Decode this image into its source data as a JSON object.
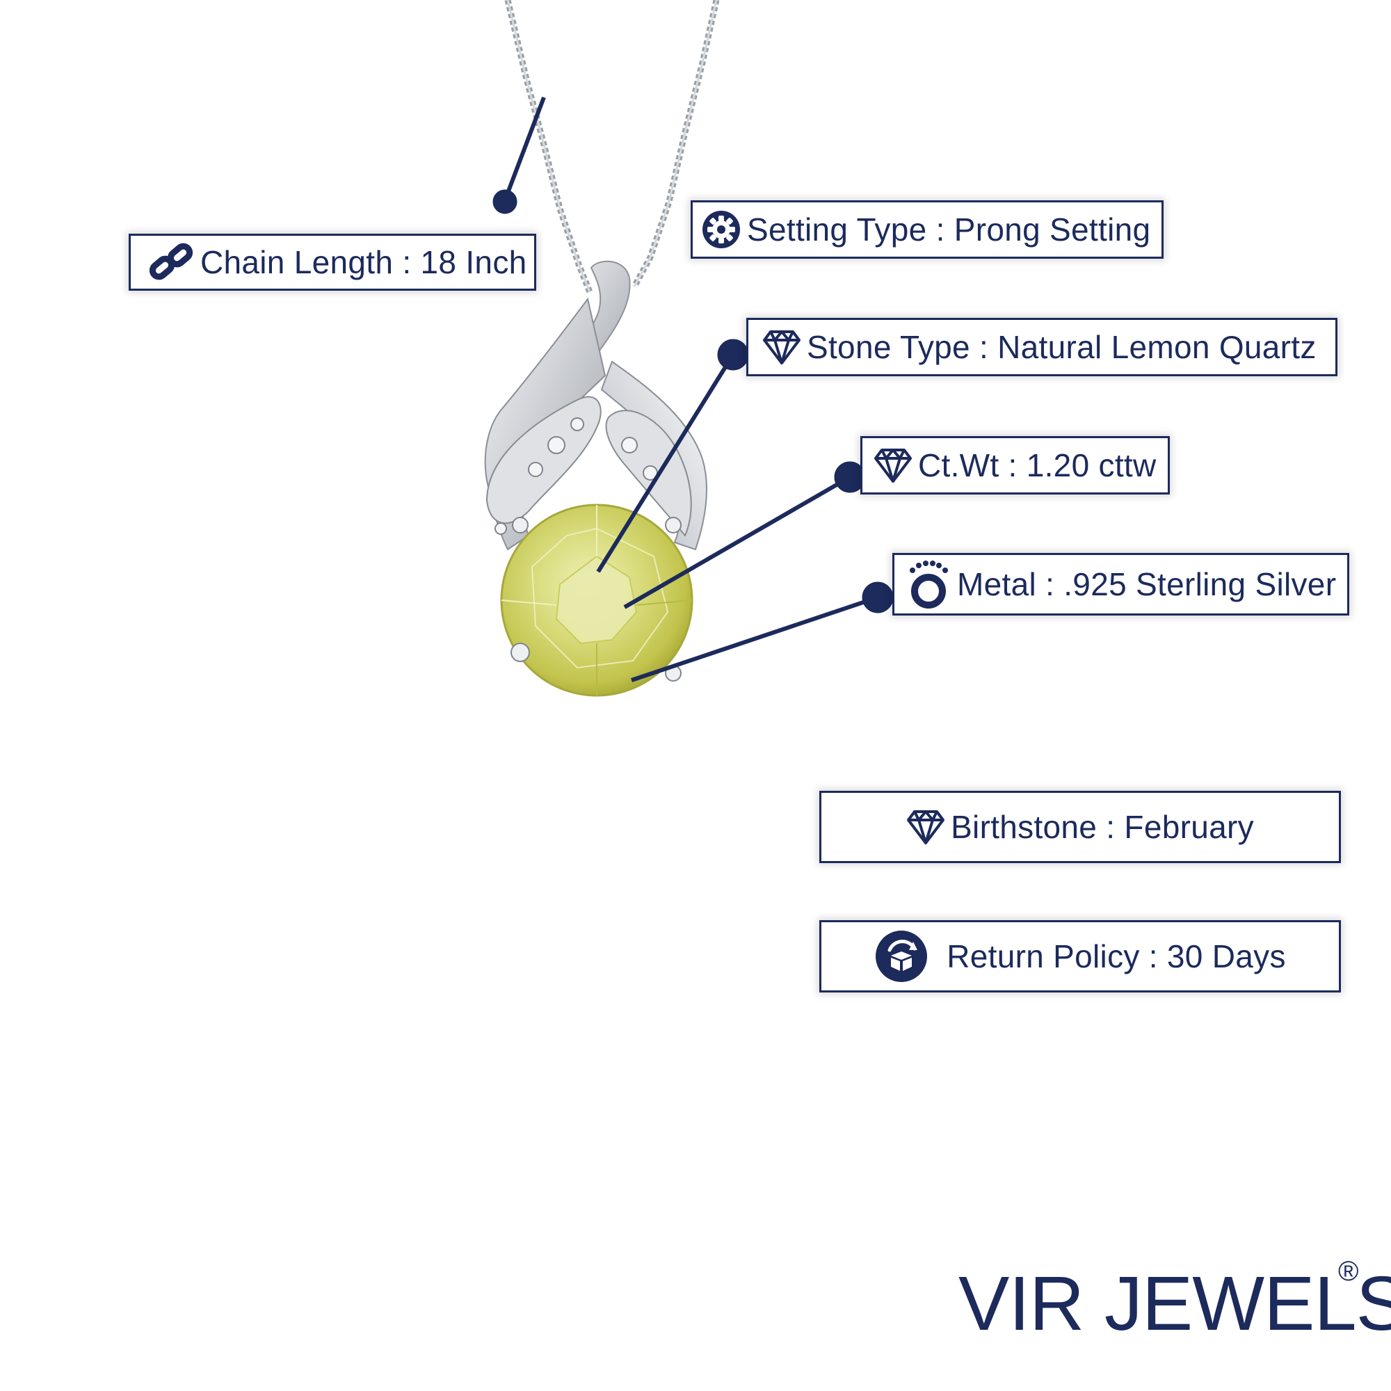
{
  "specs": {
    "chain_length": {
      "icon": "chain-link-icon",
      "text": "Chain Length : 18 Inch"
    },
    "setting_type": {
      "icon": "gear-icon",
      "text": "Setting Type : Prong Setting"
    },
    "stone_type": {
      "icon": "diamond-icon",
      "text": "Stone Type : Natural Lemon Quartz"
    },
    "carat_weight": {
      "icon": "diamond-icon",
      "text": "Ct.Wt : 1.20 cttw"
    },
    "metal": {
      "icon": "ring-icon",
      "text": "Metal : .925 Sterling Silver"
    },
    "birthstone": {
      "icon": "diamond-icon",
      "text": "Birthstone : February"
    },
    "return_policy": {
      "icon": "return-box-icon",
      "text": "Return Policy : 30 Days"
    }
  },
  "brand": {
    "name": "VIR JEWELS",
    "mark": "®"
  },
  "colors": {
    "navy": "#1c2a5c",
    "silver": "#d8dade",
    "lemon_quartz": "#d6d870",
    "background": "#ffffff"
  }
}
